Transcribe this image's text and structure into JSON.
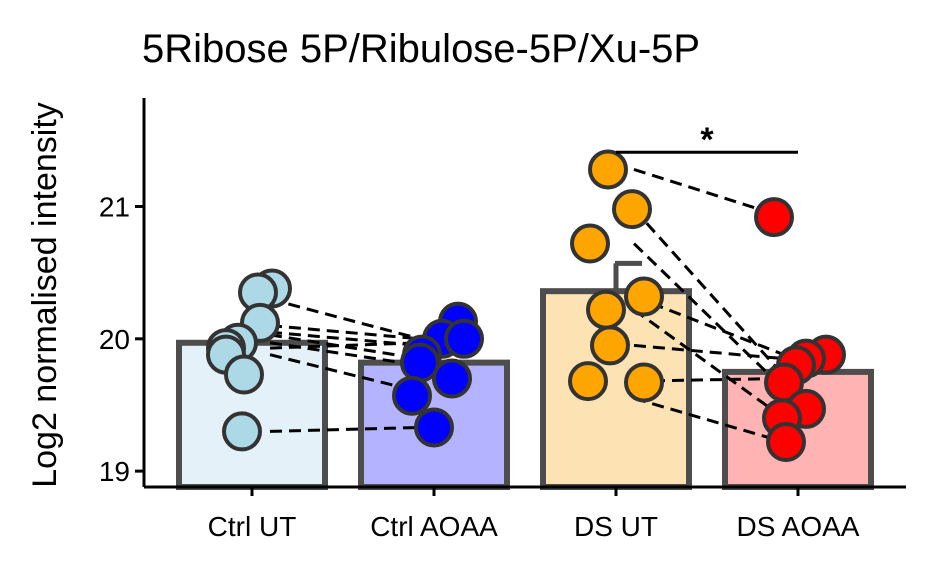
{
  "chart_data": {
    "type": "bar",
    "title": "5Ribose 5P/Ribulose-5P/Xu-5P",
    "ylabel": "Log2 normalised intensity",
    "xlabel": "",
    "ylim": [
      18.88,
      21.82
    ],
    "yticks": [
      19,
      20,
      21
    ],
    "categories": [
      "Ctrl UT",
      "Ctrl AOAA",
      "DS UT",
      "DS AOAA"
    ],
    "values": [
      19.97,
      19.82,
      20.36,
      19.75
    ],
    "errors": [
      0,
      0,
      0.21,
      0.19
    ],
    "bar_fill": [
      "#e5f1f8",
      "#b3b3ff",
      "#fde3b3",
      "#ffb3b3"
    ],
    "point_color": [
      "#add8e6",
      "#0000ff",
      "#ffa500",
      "#ff0000"
    ],
    "outline_color": "#4d4d4d",
    "points": [
      [
        20.38,
        20.35,
        20.12,
        19.97,
        19.93,
        19.88,
        19.73,
        19.3
      ],
      [
        20.13,
        20.0,
        20.0,
        19.88,
        19.82,
        19.7,
        19.57,
        19.33
      ],
      [
        21.28,
        20.98,
        20.72,
        20.32,
        20.22,
        19.95,
        19.68,
        19.67
      ],
      [
        20.92,
        19.88,
        19.85,
        19.8,
        19.67,
        19.47,
        19.4,
        19.22
      ]
    ],
    "pairs": [
      {
        "from": 0,
        "to": 1,
        "links": [
          [
            20.1,
            20.0
          ],
          [
            20.05,
            19.95
          ],
          [
            19.97,
            19.8
          ],
          [
            19.93,
            19.97
          ],
          [
            19.88,
            19.6
          ],
          [
            19.3,
            19.33
          ],
          [
            20.3,
            20.0
          ],
          [
            20.03,
            19.85
          ]
        ]
      },
      {
        "from": 2,
        "to": 3,
        "links": [
          [
            21.28,
            20.92
          ],
          [
            20.98,
            19.72
          ],
          [
            20.72,
            19.62
          ],
          [
            20.32,
            19.88
          ],
          [
            20.22,
            19.4
          ],
          [
            19.95,
            19.85
          ],
          [
            19.68,
            19.7
          ],
          [
            19.55,
            19.22
          ]
        ]
      }
    ],
    "significance": {
      "from": 2,
      "to": 3,
      "y": 21.41,
      "label": "*"
    }
  }
}
